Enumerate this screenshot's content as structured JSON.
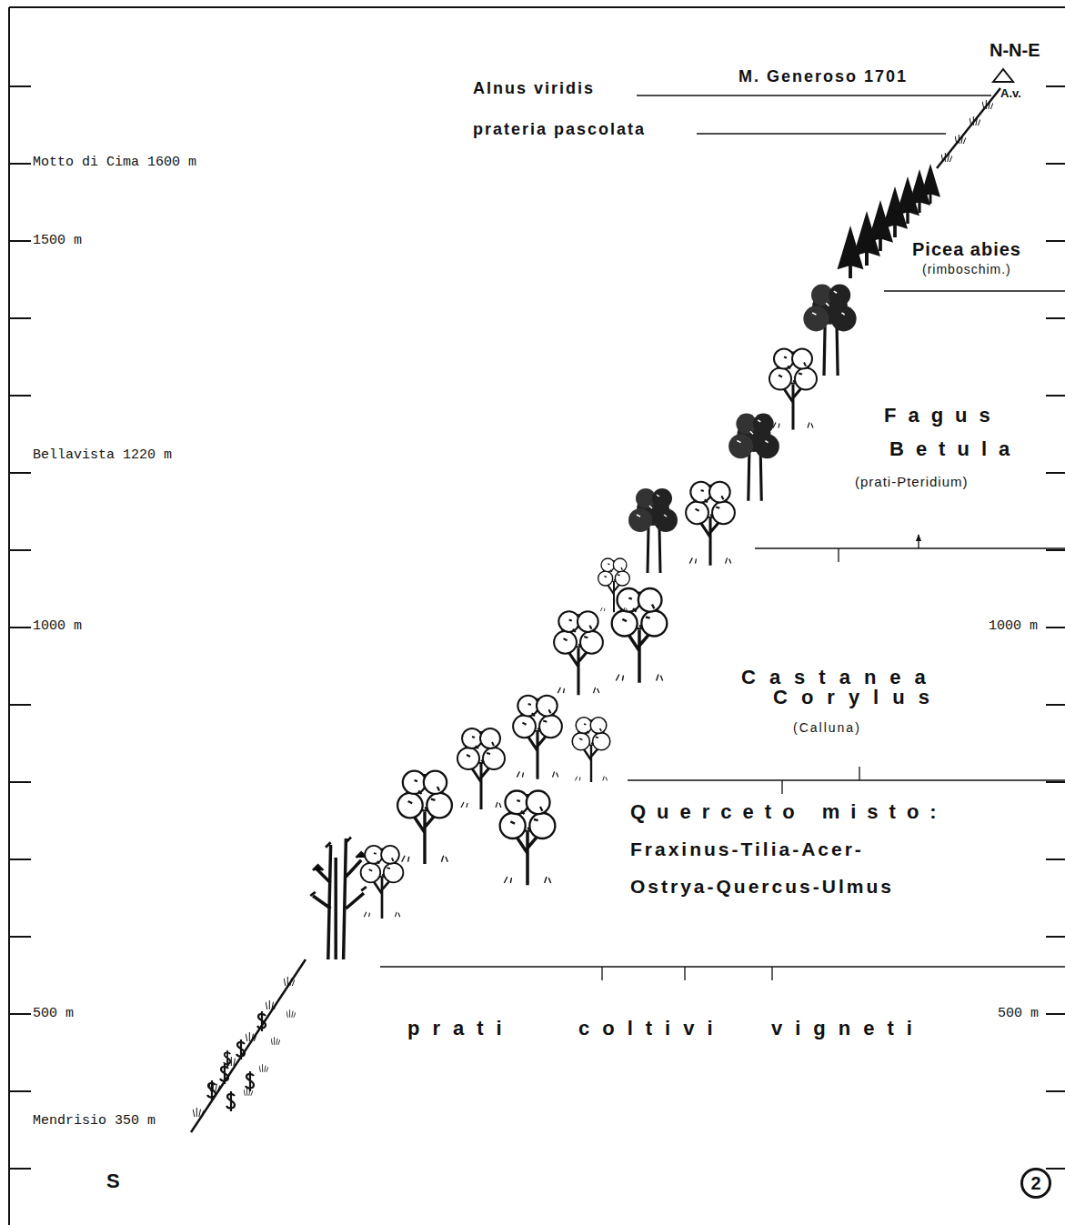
{
  "diagram": {
    "labels": [
      "N-N-E",
      "M. Generoso 1701",
      "Alnus viridis",
      "A.v.",
      "prateria pascolata",
      "Motto di Cima 1600 m",
      "1500 m",
      "Picea abies",
      "(rimboschim.)",
      "Bellavista 1220 m",
      "Fagus",
      "Betula",
      "(prati-Pteridium)",
      "1000 m",
      "1000 m",
      "Castanea",
      "Corylus",
      "(Calluna)",
      "Querceto misto:",
      "Fraxinus-Tilia-Acer-",
      "Ostrya-Quercus-Ulmus",
      "500 m",
      "500 m",
      "prati",
      "coltivi",
      "vigneti",
      "Mendrisio 350 m",
      "S",
      "2"
    ]
  }
}
